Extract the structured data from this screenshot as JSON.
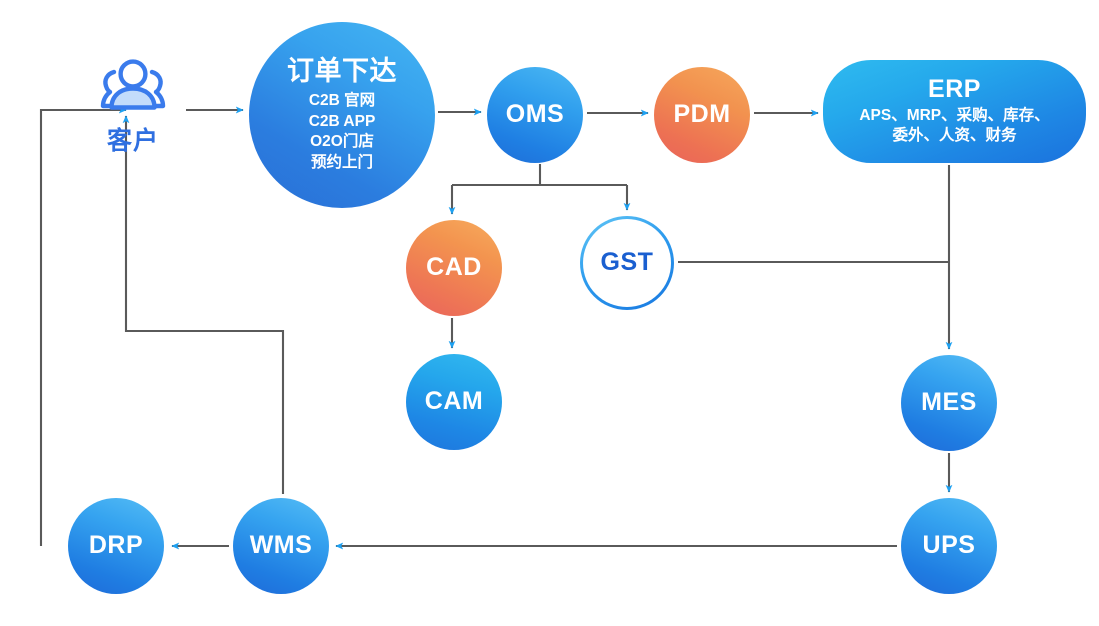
{
  "diagram": {
    "title_text": "",
    "colors": {
      "blue_light": "#45b6f2",
      "blue_deep": "#1f6ed8",
      "orange_light": "#f6a85c",
      "orange_deep": "#e9635a",
      "cyan": "#2fbbef",
      "line_gray": "#5a5a5a",
      "arrow_blue": "#1da1f2",
      "customer_blue": "#2f6fe0"
    },
    "nodes": {
      "customer": {
        "label": "客户",
        "icon": "users-group-icon"
      },
      "order": {
        "title": "订单下达",
        "lines": [
          "C2B 官网",
          "C2B APP",
          "O2O门店",
          "预约上门"
        ]
      },
      "oms": {
        "title": "OMS"
      },
      "pdm": {
        "title": "PDM"
      },
      "erp": {
        "title": "ERP",
        "lines": [
          "APS、MRP、采购、库存、",
          "委外、人资、财务"
        ]
      },
      "cad": {
        "title": "CAD"
      },
      "gst": {
        "title": "GST"
      },
      "cam": {
        "title": "CAM"
      },
      "mes": {
        "title": "MES"
      },
      "ups": {
        "title": "UPS"
      },
      "wms": {
        "title": "WMS"
      },
      "drp": {
        "title": "DRP"
      }
    },
    "connections": [
      {
        "from": "drp-return",
        "to": "customer"
      },
      {
        "from": "customer",
        "to": "order"
      },
      {
        "from": "order",
        "to": "oms"
      },
      {
        "from": "oms",
        "to": "pdm"
      },
      {
        "from": "pdm",
        "to": "erp"
      },
      {
        "from": "oms",
        "to": "cad"
      },
      {
        "from": "oms",
        "to": "gst"
      },
      {
        "from": "cad",
        "to": "cam"
      },
      {
        "from": "gst",
        "to": "erp-mes-trunk"
      },
      {
        "from": "erp",
        "to": "mes"
      },
      {
        "from": "mes",
        "to": "ups"
      },
      {
        "from": "ups",
        "to": "wms"
      },
      {
        "from": "wms",
        "to": "drp"
      },
      {
        "from": "wms",
        "to": "customer"
      }
    ]
  }
}
